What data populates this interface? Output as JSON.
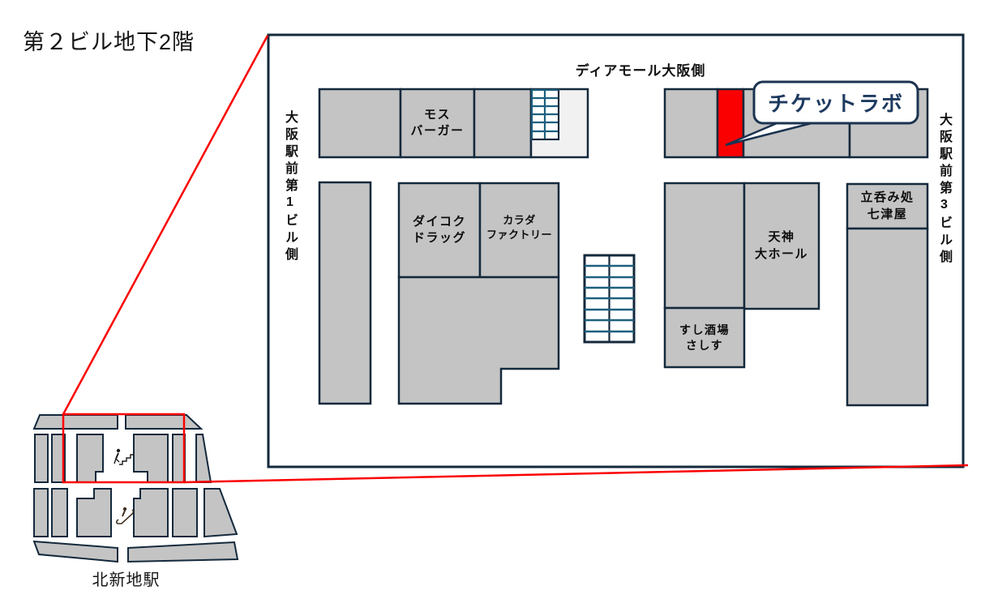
{
  "title": "第２ビル地下2階",
  "colors": {
    "outline_navy": "#14293c",
    "block_fill_gray": "#c4c4c4",
    "light_fill": "#f1f1f1",
    "highlight_red": "#fb0000",
    "stairs_teal": "#1d607f",
    "callout_navy": "#1d3a5f"
  },
  "main_map": {
    "top_edge_label": "ディアモール大阪側",
    "left_edge_label": "大阪駅前第1ビル側",
    "right_edge_label": "大阪駅前第3ビル側",
    "callout_label": "チケットラボ",
    "shops": {
      "mos_burger": "モス\nバーガー",
      "daikoku_drug": "ダイコク\nドラッグ",
      "karada_factory": "カラダ\nファクトリー",
      "tenjin_hall": "天神\n大ホール",
      "sushi_sakaba_sashisu": "すし酒場\nさしす",
      "tachinomi_nanatsuya": "立呑み処\n七津屋"
    }
  },
  "overview_map": {
    "station_label": "北新地駅"
  }
}
